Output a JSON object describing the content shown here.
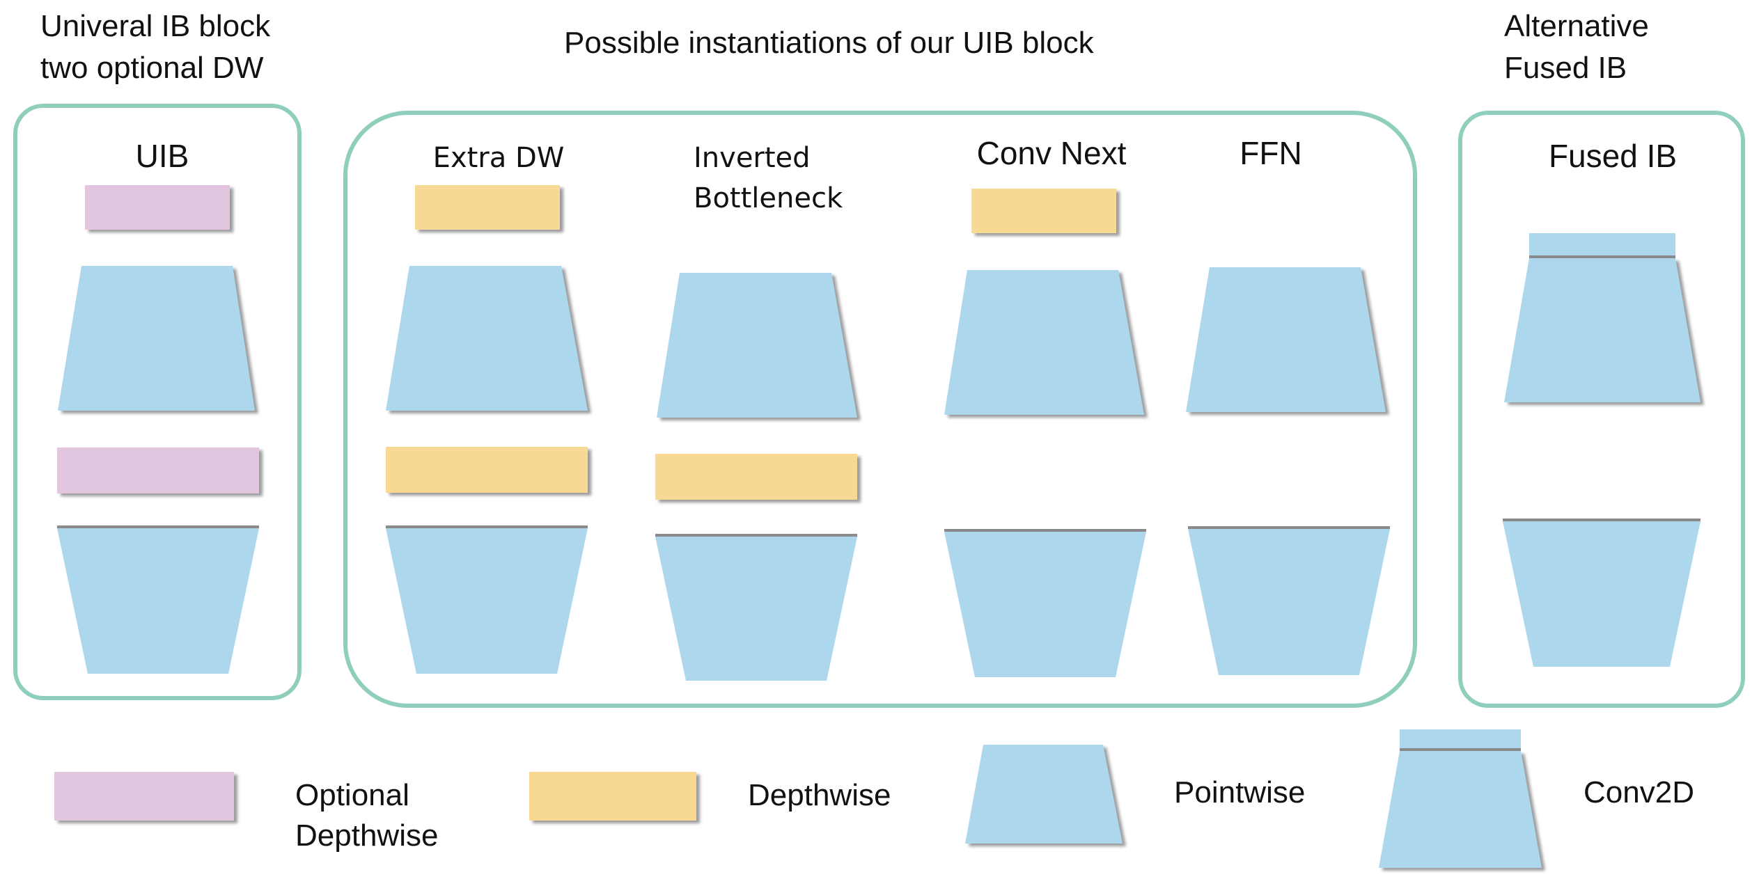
{
  "colors": {
    "optional_depthwise": "#e2c6df",
    "depthwise": "#f8d993",
    "pointwise": "#acd7ed",
    "conv2d": "#acd7ed",
    "group_border": "#8fcebd",
    "shadow": "#a0a0a0"
  },
  "headers": {
    "uib_line1": "Univeral IB block",
    "uib_line2": "two optional DW",
    "instantiations": "Possible instantiations of our UIB block",
    "alt_line1": "Alternative",
    "alt_line2": "Fused IB"
  },
  "columns": {
    "uib": "UIB",
    "extra_dw": "Extra DW",
    "ib_line1": "Inverted",
    "ib_line2": "Bottleneck",
    "conv_next": "Conv Next",
    "ffn": "FFN",
    "fused_ib": "Fused IB"
  },
  "legend": {
    "optional_line1": "Optional",
    "optional_line2": "Depthwise",
    "depthwise": "Depthwise",
    "pointwise": "Pointwise",
    "conv2d": "Conv2D"
  }
}
